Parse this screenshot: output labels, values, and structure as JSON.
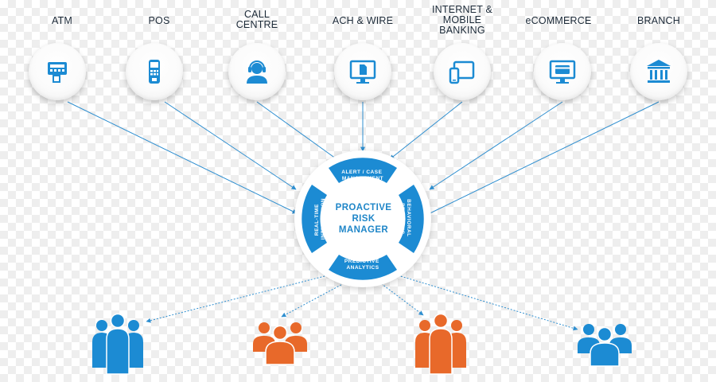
{
  "channels": [
    {
      "label": "ATM",
      "icon": "atm-icon"
    },
    {
      "label": "POS",
      "icon": "pos-terminal-icon"
    },
    {
      "label": "CALL\nCENTRE",
      "icon": "call-centre-agent-icon"
    },
    {
      "label": "ACH & WIRE",
      "icon": "wire-transfer-monitor-icon"
    },
    {
      "label": "INTERNET &\nMOBILE\nBANKING",
      "icon": "mobile-banking-devices-icon"
    },
    {
      "label": "eCOMMERCE",
      "icon": "ecommerce-card-monitor-icon"
    },
    {
      "label": "BRANCH",
      "icon": "bank-branch-icon"
    }
  ],
  "hub": {
    "title": "PROACTIVE\nRISK\nMANAGER",
    "segments": {
      "top": "ALERT / CASE\nMANAGEMENT",
      "right": "BEHAVIORAL\nPROFILING",
      "bottom": "PREDICTIVE\nANALYTICS",
      "left": "REAL-TIME\nINTERDICTION"
    }
  },
  "people_groups": [
    {
      "icon": "people-group-icon",
      "color": "#1c8bd3"
    },
    {
      "icon": "people-group-icon",
      "color": "#e8692a"
    },
    {
      "icon": "people-group-icon",
      "color": "#e8692a"
    },
    {
      "icon": "people-group-icon",
      "color": "#1c8bd3"
    }
  ],
  "colors": {
    "accent_blue": "#1c8bd3",
    "hub_text": "#1f86c8",
    "accent_orange": "#e8692a",
    "label_text": "#1c2a38"
  }
}
